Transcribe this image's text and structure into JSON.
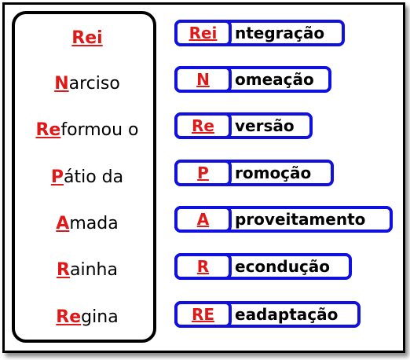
{
  "mnemonic": [
    {
      "highlight": "Rei",
      "rest": ""
    },
    {
      "highlight": "N",
      "rest": "arciso"
    },
    {
      "highlight": "Re",
      "rest": "formou o"
    },
    {
      "highlight": "P",
      "rest": "átio da"
    },
    {
      "highlight": "A",
      "rest": "mada"
    },
    {
      "highlight": "R",
      "rest": "ainha"
    },
    {
      "highlight": "Re",
      "rest": "gina"
    }
  ],
  "terms": [
    {
      "abbr": "Rei",
      "rest": "ntegração"
    },
    {
      "abbr": "N",
      "rest": "omeação"
    },
    {
      "abbr": "Re",
      "rest": "versão"
    },
    {
      "abbr": "P",
      "rest": "romoção"
    },
    {
      "abbr": "A",
      "rest": "proveitamento"
    },
    {
      "abbr": "R",
      "rest": "econdução"
    },
    {
      "abbr": "RE",
      "rest": "eadaptação"
    }
  ],
  "colors": {
    "highlight": "#e01818",
    "border_blue": "#1010e0",
    "border_black": "#000000"
  }
}
